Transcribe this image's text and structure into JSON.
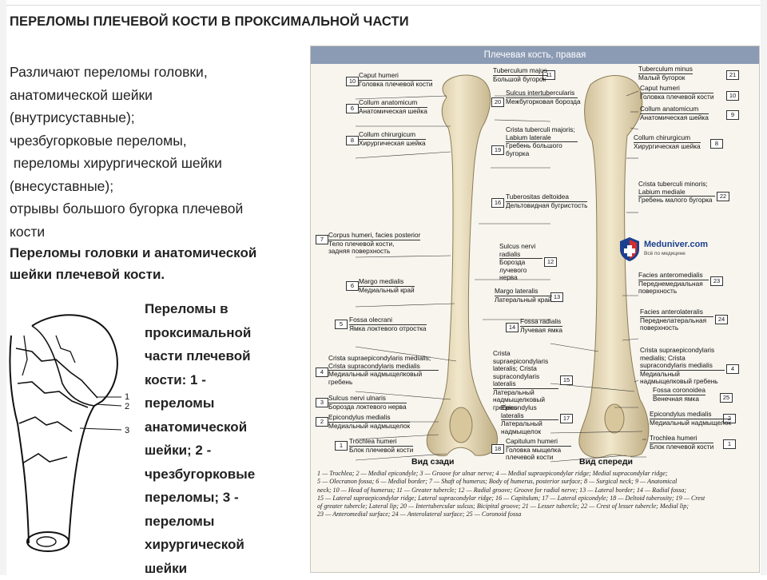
{
  "slide": {
    "title": "ПЕРЕЛОМЫ ПЛЕЧЕВОЙ КОСТИ В ПРОКСИМАЛЬНОЙ ЧАСТИ",
    "intro_lines": [
      "Различают переломы головки,",
      "анатомической шейки",
      "(внутрисуставные);",
      "чрезбугорковые переломы,",
      " переломы хирургической шейки",
      "(внесуставные);",
      "отрывы большого бугорка плечевой",
      "кости"
    ],
    "head_title": "Переломы головки и анатомической шейки плечевой кости.",
    "legend_lines": [
      "Переломы в",
      "проксимальной",
      "части плечевой",
      "кости: 1 -",
      "переломы",
      "анатомической",
      "шейки; 2 -",
      "чрезбугорковые",
      "переломы; 3 -",
      "переломы",
      "хирургической",
      "шейки"
    ],
    "sketch_labels": [
      "1",
      "2",
      "3"
    ]
  },
  "atlas": {
    "header": "Плечевая кость, правая",
    "view_back": "Вид сзади",
    "view_front": "Вид спереди",
    "logo_text": "Meduniver.com",
    "logo_sub": "Всё по медицине",
    "left_labels": [
      {
        "n": "10",
        "en": "Caput humeri",
        "ru": "Головка плечевой кости"
      },
      {
        "n": "6",
        "en": "Collum anatomicum",
        "ru": "Анатомическая шейка"
      },
      {
        "n": "8",
        "en": "Collum chirurgicum",
        "ru": "Хирургическая шейка"
      },
      {
        "n": "7",
        "en": "Corpus humeri, facies posterior",
        "ru": "Тело плечевой кости, задняя поверхность"
      },
      {
        "n": "6",
        "en": "Margo medialis",
        "ru": "Медиальный край"
      },
      {
        "n": "5",
        "en": "Fossa olecrani",
        "ru": "Ямка локтевого отростка"
      },
      {
        "n": "4",
        "en": "Crista supraepicondylaris medialis; Crista supracondylaris medialis",
        "ru": "Медиальный надмыщелковый гребень"
      },
      {
        "n": "3",
        "en": "Sulcus nervi ulnaris",
        "ru": "Борозда локтевого нерва"
      },
      {
        "n": "2",
        "en": "Epicondylus medialis",
        "ru": "Медиальный надмыщелок"
      },
      {
        "n": "1",
        "en": "Trochlea humeri",
        "ru": "Блок плечевой кости"
      }
    ],
    "middle_labels": [
      {
        "n": "11",
        "en": "Tuberculum majus",
        "ru": "Большой бугорок"
      },
      {
        "n": "20",
        "en": "Sulcus intertubercularis",
        "ru": "Межбугорковая борозда"
      },
      {
        "n": "19",
        "en": "Crista tuberculi majoris; Labium laterale",
        "ru": "Гребень большого бугорка"
      },
      {
        "n": "16",
        "en": "Tuberositas deltoidea",
        "ru": "Дельтовидная бугристость"
      },
      {
        "n": "12",
        "en": "Sulcus nervi radialis",
        "ru": "Борозда лучевого нерва"
      },
      {
        "n": "13",
        "en": "Margo lateralis",
        "ru": "Латеральный край"
      },
      {
        "n": "14",
        "en": "Fossa radialis",
        "ru": "Лучевая ямка"
      },
      {
        "n": "15",
        "en": "Crista supraepicondylaris lateralis; Crista supracondylaris lateralis",
        "ru": "Латеральный надмыщелковый гребень"
      },
      {
        "n": "17",
        "en": "Epicondylus lateralis",
        "ru": "Латеральный надмыщелок"
      },
      {
        "n": "18",
        "en": "Capitulum humeri",
        "ru": "Головка мыщелка плечевой кости"
      }
    ],
    "right_labels": [
      {
        "n": "21",
        "en": "Tuberculum minus",
        "ru": "Малый бугорок"
      },
      {
        "n": "10",
        "en": "Caput humeri",
        "ru": "Головка плечевой кости"
      },
      {
        "n": "9",
        "en": "Collum anatomicum",
        "ru": "Анатомическая шейка"
      },
      {
        "n": "8",
        "en": "Collum chirurgicum",
        "ru": "Хирургическая шейка"
      },
      {
        "n": "22",
        "en": "Crista tuberculi minoris; Labium mediale",
        "ru": "Гребень малого бугорка"
      },
      {
        "n": "23",
        "en": "Facies anteromedialis",
        "ru": "Переднемедиальная поверхность"
      },
      {
        "n": "24",
        "en": "Facies anterolateralis",
        "ru": "Переднелатеральная поверхность"
      },
      {
        "n": "4",
        "en": "Crista supraepicondylaris medialis; Crista supracondylaris medialis",
        "ru": "Медиальный надмыщелковый гребень"
      },
      {
        "n": "25",
        "en": "Fossa coronoidea",
        "ru": "Венечная ямка"
      },
      {
        "n": "2",
        "en": "Epicondylus medialis",
        "ru": "Медиальный надмыщелок"
      },
      {
        "n": "1",
        "en": "Trochlea humeri",
        "ru": "Блок плечевой кости"
      }
    ],
    "caption_lines": [
      "1 — Trochlea; 2 — Medial epicondyle; 3 — Groove for ulnar nerve; 4 — Medial supraepicondylar ridge; Medial supracondylar ridge;",
      "5 — Olecranon fossa; 6 — Medial border; 7 — Shaft of humerus; Body of humerus, posterior surface; 8 — Surgical neck; 9 — Anatomical",
      "neck; 10 — Head of humerus; 11 — Greater tubercle; 12 — Radial groove; Groove for radial nerve; 13 — Lateral border; 14 — Radial fossa;",
      "15 — Lateral supraepicondylar ridge; Lateral supracondylar ridge; 16 — Capitulum; 17 — Lateral epicondyle; 18 — Deltoid tuberosity; 19 — Crest",
      "of greater tubercle; Lateral lip; 20 — Intertubercular sulcus; Bicipital groove; 21 — Lesser tubercle; 22 — Crest of lesser tubercle; Medial lip;",
      "23 — Anteromedial surface; 24 — Anterolateral surface; 25 — Coronoid fossa"
    ]
  },
  "colors": {
    "text": "#222222",
    "atlas_header": "#8b9bb4",
    "bone": "#e9dcb8",
    "logo_red": "#d32f2f",
    "logo_blue": "#1b3f8f"
  }
}
